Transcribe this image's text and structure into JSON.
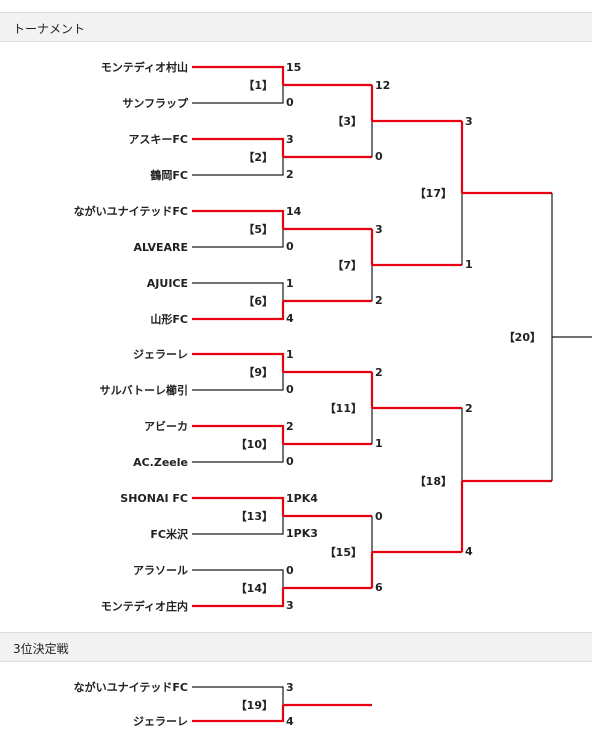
{
  "sections": {
    "tournament_title": "トーナメント",
    "third_place_title": "3位決定戦"
  },
  "colors": {
    "winner_line": "#e60012",
    "loser_line": "#1a1a1a",
    "header_bg": "#f2f2f2"
  },
  "teams": [
    "モンテディオ村山",
    "サンフラップ",
    "アスキーFC",
    "鶴岡FC",
    "ながいユナイテッドFC",
    "ALVEARE",
    "AJUICE",
    "山形FC",
    "ジェラーレ",
    "サルバトーレ櫛引",
    "アビーカ",
    "AC.Zeele",
    "SHONAI FC",
    "FC米沢",
    "アラソール",
    "モンテディオ庄内"
  ],
  "matches": {
    "m1": {
      "label": "【1】",
      "score_top": "15",
      "score_bottom": "0"
    },
    "m2": {
      "label": "【2】",
      "score_top": "3",
      "score_bottom": "2"
    },
    "m5": {
      "label": "【5】",
      "score_top": "14",
      "score_bottom": "0"
    },
    "m6": {
      "label": "【6】",
      "score_top": "1",
      "score_bottom": "4"
    },
    "m9": {
      "label": "【9】",
      "score_top": "1",
      "score_bottom": "0"
    },
    "m10": {
      "label": "【10】",
      "score_top": "2",
      "score_bottom": "0"
    },
    "m13": {
      "label": "【13】",
      "score_top": "1PK4",
      "score_bottom": "1PK3"
    },
    "m14": {
      "label": "【14】",
      "score_top": "0",
      "score_bottom": "3"
    },
    "m3": {
      "label": "【3】",
      "score_top": "12",
      "score_bottom": "0"
    },
    "m7": {
      "label": "【7】",
      "score_top": "3",
      "score_bottom": "2"
    },
    "m11": {
      "label": "【11】",
      "score_top": "2",
      "score_bottom": "1"
    },
    "m15": {
      "label": "【15】",
      "score_top": "0",
      "score_bottom": "6"
    },
    "m17": {
      "label": "【17】",
      "score_top": "3",
      "score_bottom": "1"
    },
    "m18": {
      "label": "【18】",
      "score_top": "2",
      "score_bottom": "4"
    },
    "m20": {
      "label": "【20】"
    }
  },
  "third_place": {
    "teams": [
      "ながいユナイテッドFC",
      "ジェラーレ"
    ],
    "match": {
      "label": "【19】",
      "score_top": "3",
      "score_bottom": "4"
    }
  }
}
